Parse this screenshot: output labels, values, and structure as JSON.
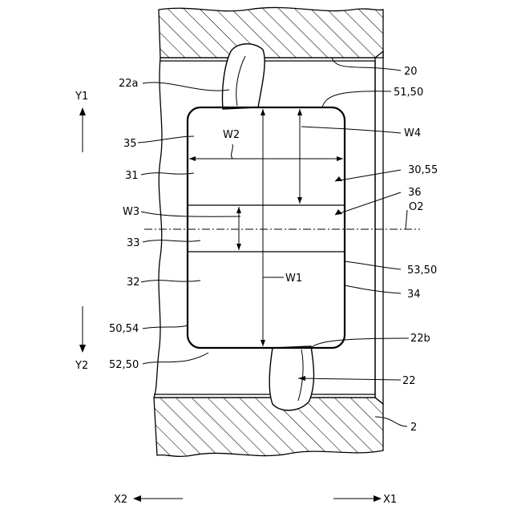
{
  "labels": {
    "r20": "20",
    "r51_50": "51,50",
    "r22a": "22a",
    "rY1": "Y1",
    "rW2": "W2",
    "rW4": "W4",
    "r35": "35",
    "r31": "31",
    "r30_55": "30,55",
    "r36": "36",
    "rW3": "W3",
    "rO2": "O2",
    "r33": "33",
    "r32": "32",
    "rW1": "W1",
    "r53_50": "53,50",
    "r34": "34",
    "r50_54": "50,54",
    "r22b": "22b",
    "rY2": "Y2",
    "r52_50": "52,50",
    "r22": "22",
    "r2": "2",
    "rX2": "X2",
    "rX1": "X1"
  }
}
